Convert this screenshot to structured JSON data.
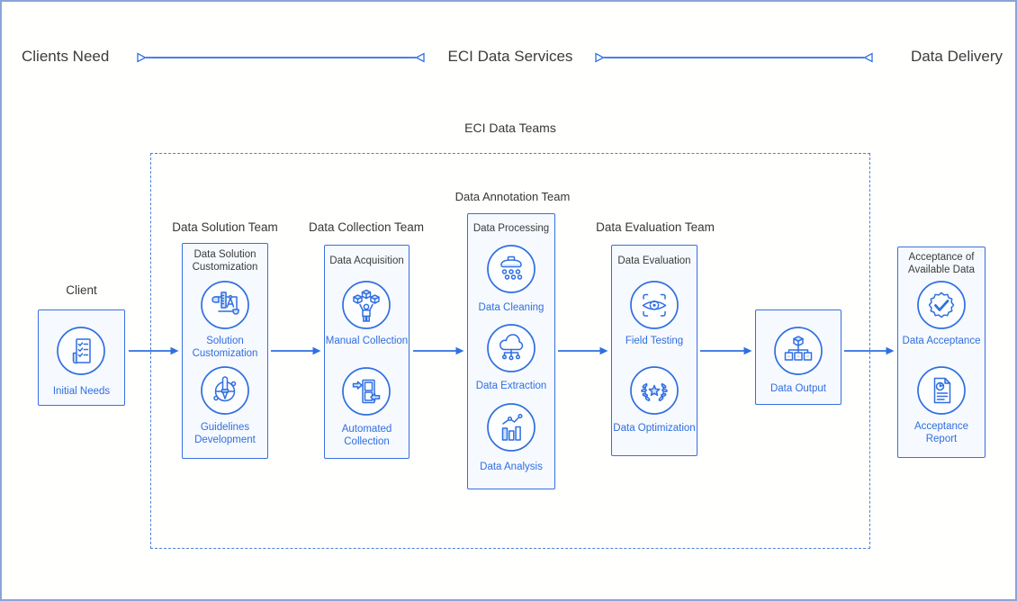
{
  "header": {
    "left_label": "Clients Need",
    "center_label": "ECI Data Services",
    "right_label": "Data Delivery"
  },
  "container": {
    "title": "ECI Data Teams"
  },
  "client": {
    "title": "Client",
    "item_label": "Initial Needs",
    "icon": "checklist-icon"
  },
  "teams": [
    {
      "title": "Data Solution Team",
      "box_header": "Data Solution Customization",
      "items": [
        {
          "label": "Solution Customization",
          "icon": "blueprint-compass-icon"
        },
        {
          "label": "Guidelines Development",
          "icon": "drafting-tool-icon"
        }
      ]
    },
    {
      "title": "Data Collection Team",
      "box_header": "Data Acquisition",
      "items": [
        {
          "label": "Manual Collection",
          "icon": "person-cubes-icon"
        },
        {
          "label": "Automated Collection",
          "icon": "document-transfer-icon"
        }
      ]
    },
    {
      "title": "Data Annotation Team",
      "box_header": "Data Processing",
      "items": [
        {
          "label": "Data Cleaning",
          "icon": "shower-icon"
        },
        {
          "label": "Data Extraction",
          "icon": "cloud-network-icon"
        },
        {
          "label": "Data Analysis",
          "icon": "bar-chart-icon"
        }
      ]
    },
    {
      "title": "Data Evaluation Team",
      "box_header": "Data Evaluation",
      "items": [
        {
          "label": "Field Testing",
          "icon": "eye-scan-icon"
        },
        {
          "label": "Data Optimization",
          "icon": "laurel-star-icon"
        }
      ]
    }
  ],
  "output": {
    "label": "Data Output",
    "icon": "cube-tree-icon"
  },
  "delivery": {
    "box_header": "Acceptance of Available Data",
    "items": [
      {
        "label": "Data Acceptance",
        "icon": "badge-check-icon"
      },
      {
        "label": "Acceptance Report",
        "icon": "report-icon"
      }
    ]
  },
  "colors": {
    "primary_blue": "#2f6fe0",
    "light_blue_fill": "#cfe1f8",
    "box_fill": "#f6f9fd",
    "dark_text": "#3c3c3c",
    "dashed_border": "#4d82d8",
    "page_border": "#8aa5d6"
  }
}
